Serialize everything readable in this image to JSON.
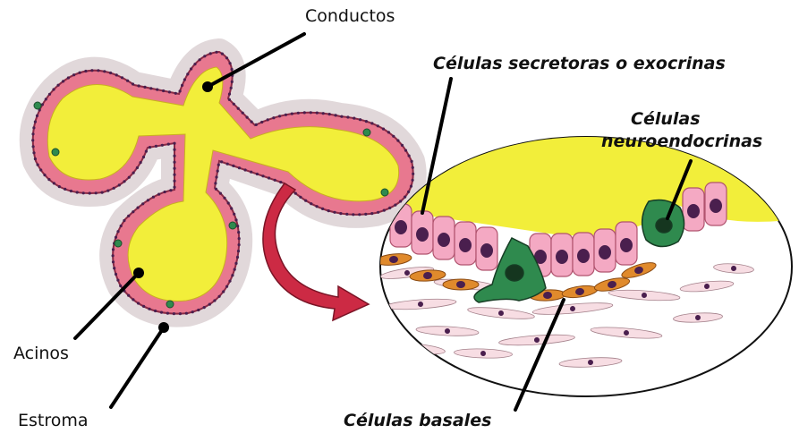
{
  "labels": {
    "conductos": "Conductos",
    "secretoras": "Células secretoras o exocrinas",
    "neuro_line1": "Células",
    "neuro_line2": "neuroendocrinas",
    "acinos": "Acinos",
    "estroma": "Estroma",
    "basales": "Células basales"
  },
  "colors": {
    "lumen": "#f2ee3a",
    "epithelium": "#e8788f",
    "secretory_cell": "#f4a9c3",
    "neuroendocrine_cell": "#2f8a4e",
    "basal_cell": "#e08a2c",
    "stroma_fiber": "#b9a4a8",
    "nucleus": "#4a1f4e",
    "arrow": "#cc2a44"
  }
}
